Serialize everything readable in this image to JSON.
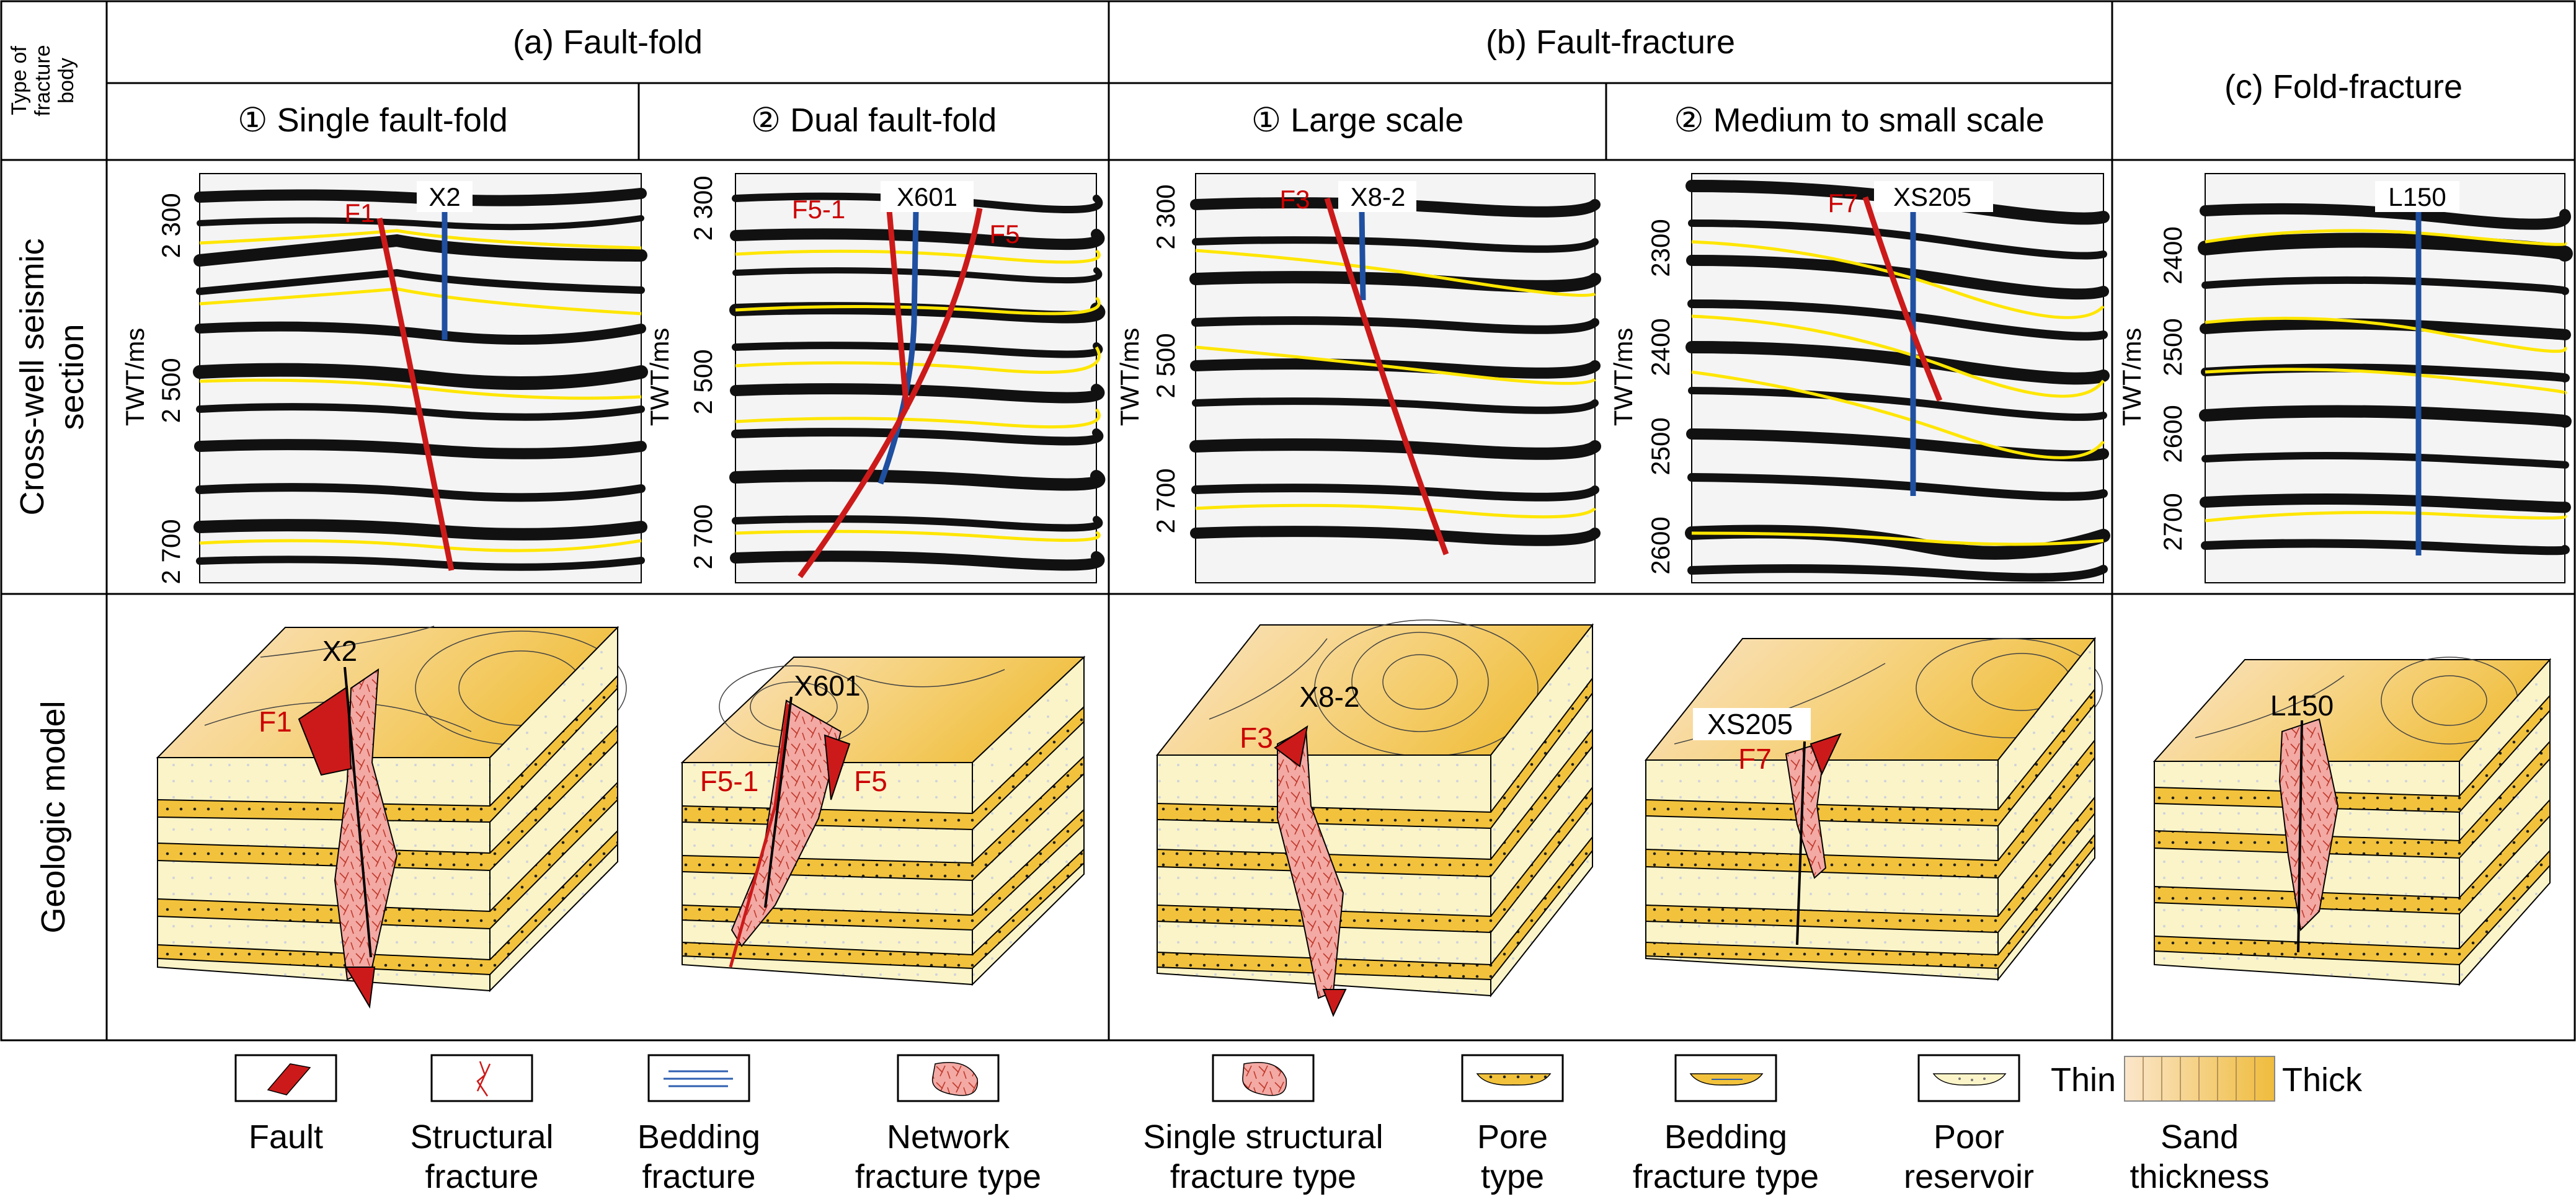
{
  "row_header": {
    "type_label_lines": [
      "Type of",
      "fracture",
      "body"
    ],
    "seismic_label_lines": [
      "Cross-well seismic",
      "section"
    ],
    "model_label": "Geologic model"
  },
  "groups": [
    {
      "title": "(a) Fault-fold"
    },
    {
      "title": "(b) Fault-fracture"
    },
    {
      "title": "(c) Fold-fracture"
    }
  ],
  "subtypes": [
    {
      "label": "① Single fault-fold"
    },
    {
      "label": "② Dual fault-fold"
    },
    {
      "label": "① Large scale"
    },
    {
      "label": "② Medium to small scale"
    }
  ],
  "seismic_panels": [
    {
      "axis_label": "TWT/ms",
      "ticks": [
        "2 300",
        "2 500",
        "2 700"
      ],
      "well": "X2",
      "faults": [
        "F1"
      ]
    },
    {
      "axis_label": "TWT/ms",
      "ticks": [
        "2 300",
        "2 500",
        "2 700"
      ],
      "well": "X601",
      "faults": [
        "F5-1",
        "F5"
      ]
    },
    {
      "axis_label": "TWT/ms",
      "ticks": [
        "2 300",
        "2 500",
        "2 700"
      ],
      "well": "X8-2",
      "faults": [
        "F3"
      ]
    },
    {
      "axis_label": "TWT/ms",
      "ticks": [
        "2300",
        "2400",
        "2500",
        "2600"
      ],
      "well": "XS205",
      "faults": [
        "F7"
      ]
    },
    {
      "axis_label": "TWT/ms",
      "ticks": [
        "2400",
        "2500",
        "2600",
        "2700"
      ],
      "well": "L150",
      "faults": []
    }
  ],
  "geo_models": [
    {
      "well": "X2",
      "faults": [
        "F1"
      ]
    },
    {
      "well": "X601",
      "faults": [
        "F5-1",
        "F5"
      ]
    },
    {
      "well": "X8-2",
      "faults": [
        "F3"
      ]
    },
    {
      "well": "XS205",
      "faults": [
        "F7"
      ]
    },
    {
      "well": "L150",
      "faults": []
    }
  ],
  "legend": [
    {
      "lines": [
        "Fault"
      ],
      "icon": "fault-icon"
    },
    {
      "lines": [
        "Structural",
        "fracture"
      ],
      "icon": "structural-fracture-icon"
    },
    {
      "lines": [
        "Bedding",
        "fracture"
      ],
      "icon": "bedding-fracture-icon"
    },
    {
      "lines": [
        "Network",
        "fracture type"
      ],
      "icon": "network-fracture-icon"
    },
    {
      "lines": [
        "Single structural",
        "fracture type"
      ],
      "icon": "single-structural-fracture-icon"
    },
    {
      "lines": [
        "Pore",
        "type"
      ],
      "icon": "pore-type-icon"
    },
    {
      "lines": [
        "Bedding",
        "fracture type"
      ],
      "icon": "bedding-fracture-type-icon"
    },
    {
      "lines": [
        "Poor",
        "reservoir"
      ],
      "icon": "poor-reservoir-icon"
    },
    {
      "lines": [
        "Sand",
        "thickness"
      ],
      "icon": "sand-thickness-scale-icon"
    }
  ],
  "thickness_scale": {
    "low": "Thin",
    "high": "Thick"
  },
  "colors": {
    "fault": "#cc1a1a",
    "fault_label": "#cc0000",
    "well_seismic": "#1f4fa0",
    "horizon": "#ffe600",
    "fracture_body": "#f3a9a4",
    "sand": "#f2c23c",
    "matrix": "#fbf4c8",
    "thin_sand": "#fbe2c2",
    "thick_sand": "#efbc3c",
    "bedding_fracture": "#2f5fb0"
  }
}
